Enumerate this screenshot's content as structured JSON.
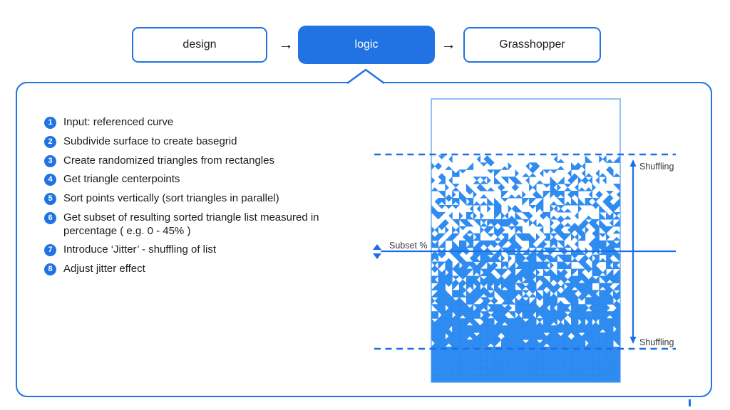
{
  "flow": {
    "arrow_glyph": "→",
    "steps": [
      {
        "label": "design",
        "active": false
      },
      {
        "label": "logic",
        "active": true
      },
      {
        "label": "Grasshopper",
        "active": false
      }
    ]
  },
  "panel": {
    "steps": [
      {
        "num": "1",
        "text": "Input: referenced curve"
      },
      {
        "num": "2",
        "text": "Subdivide surface to create basegrid"
      },
      {
        "num": "3",
        "text": "Create randomized triangles from rectangles"
      },
      {
        "num": "4",
        "text": "Get triangle centerpoints"
      },
      {
        "num": "5",
        "text": "Sort points vertically (sort triangles in parallel)"
      },
      {
        "num": "6",
        "text": "Get subset of resulting sorted triangle list measured in percentage ( e.g. 0 - 45% )"
      },
      {
        "num": "7",
        "text": "Introduce ‘Jitter’ - shuffling of list"
      },
      {
        "num": "8",
        "text": "Adjust jitter effect"
      }
    ]
  },
  "figure": {
    "subset_label": "Subset %",
    "shuffling_top_label": "Shuffling",
    "shuffling_bottom_label": "Shuffling",
    "grid": {
      "cols": 27,
      "rows": 40,
      "top_empty_rows": 8,
      "solid_from_row": 35,
      "density_at_start": 0.16,
      "density_at_end": 0.93,
      "seed": 13
    }
  },
  "colors": {
    "accent": "#2173e4",
    "annotation": "#1a6ee8",
    "triangle_fill": "#2f8df2",
    "triangle_stroke": "#2a85ec",
    "frame_outline": "#4a97f5",
    "text": "#1c1c1e",
    "figure_label": "#38383a"
  }
}
